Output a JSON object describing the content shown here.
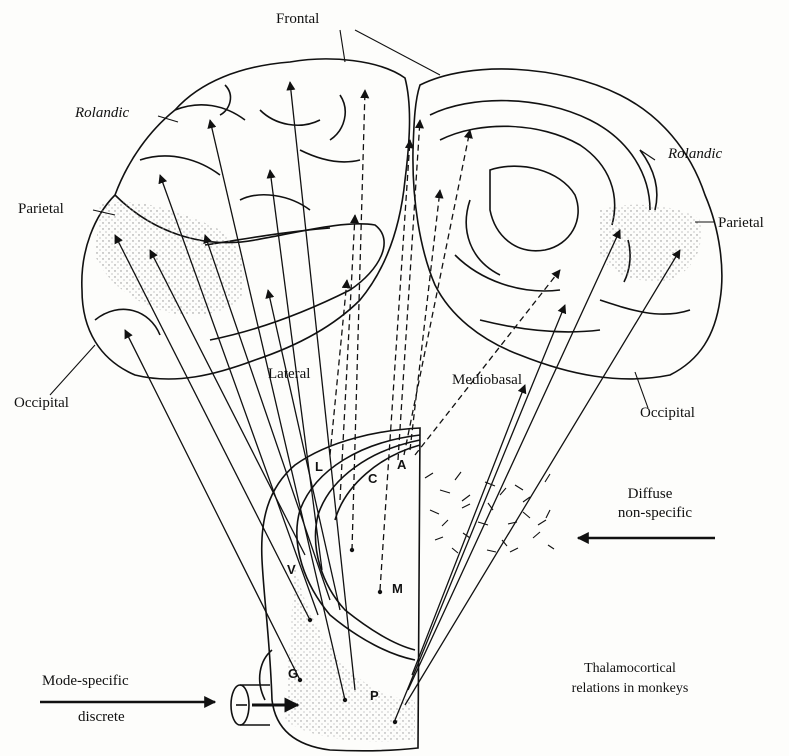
{
  "labels": {
    "frontal": "Frontal",
    "rolandic_left": "Rolandic",
    "rolandic_right": "Rolandic",
    "parietal_left": "Parietal",
    "parietal_right": "Parietal",
    "occipital_left": "Occipital",
    "occipital_right": "Occipital",
    "lateral": "Lateral",
    "mediobasal": "Mediobasal",
    "diffuse_line1": "Diffuse",
    "diffuse_line2": "non-specific",
    "mode_line1": "Mode-specific",
    "mode_line2": "discrete",
    "caption_line1": "Thalamocortical",
    "caption_line2": "relations in monkeys"
  },
  "nuclei": {
    "c": "C",
    "a": "A",
    "l": "L",
    "v": "V",
    "m": "M",
    "g": "G",
    "p": "P"
  },
  "colors": {
    "ink": "#111111",
    "stipple": "#9a9a9a",
    "paper": "#fdfdfb"
  }
}
